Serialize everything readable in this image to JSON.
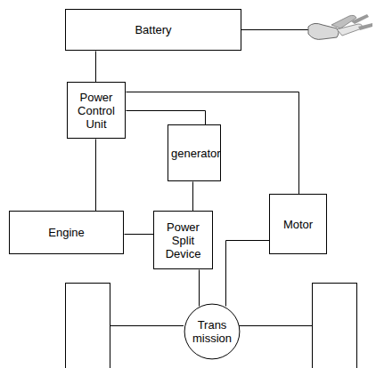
{
  "diagram": {
    "nodes": [
      {
        "text": [
          "Battery"
        ]
      },
      {
        "text": [
          "Power Control Unit"
        ]
      },
      {
        "text": [
          "generator"
        ]
      },
      {
        "text": [
          "Engine"
        ]
      },
      {
        "text": [
          "Power Split Device"
        ]
      },
      {
        "text": [
          "Motor"
        ]
      },
      {
        "text": [
          "Trans mission"
        ]
      }
    ],
    "edges": [
      {
        "from": 0,
        "to": 1,
        "arrow": "none"
      },
      {
        "from": 1,
        "to": 2,
        "arrow": "none"
      },
      {
        "from": 1,
        "to": 5,
        "arrow": "none"
      },
      {
        "from": 1,
        "to": 3,
        "arrow": "none"
      },
      {
        "from": 2,
        "to": 4,
        "arrow": "none"
      },
      {
        "from": 3,
        "to": 4,
        "arrow": "none"
      },
      {
        "from": 4,
        "to": 6,
        "arrow": "none"
      },
      {
        "from": 5,
        "to": 6,
        "arrow": "none"
      }
    ]
  }
}
